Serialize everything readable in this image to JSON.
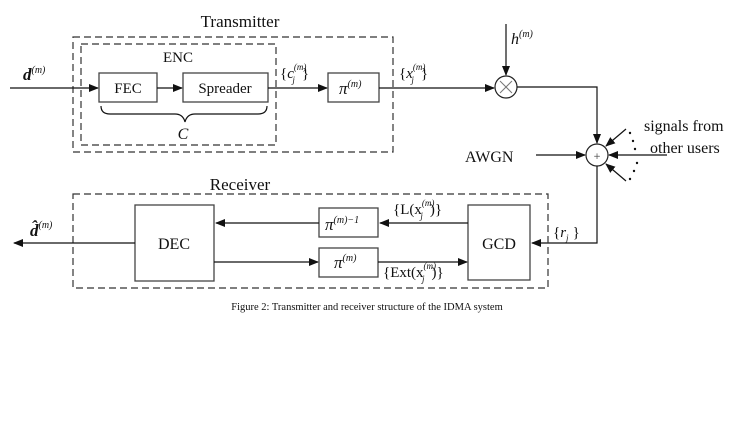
{
  "transmitter": {
    "title": "Transmitter",
    "enc_label": "ENC",
    "fec_label": "FEC",
    "spreader_label": "Spreader",
    "brace_label": "C",
    "interleaver": {
      "symbol": "π",
      "sup": "(m)"
    },
    "input": {
      "symbol": "d",
      "sup": "(m)"
    },
    "coded_chips": {
      "open": "{",
      "symbol": "c",
      "sub": "j",
      "sup": "(m)",
      "close": "}"
    },
    "interleaved_chips": {
      "open": "{",
      "symbol": "x",
      "sub": "j",
      "sup": "(m)",
      "close": "}"
    }
  },
  "channel": {
    "gain": {
      "symbol": "h",
      "sup": "(m)"
    },
    "multiply_symbol": "×",
    "sum_symbol": "+",
    "noise_label": "AWGN",
    "other_users_line1": "signals from",
    "other_users_line2": "other users"
  },
  "receiver": {
    "title": "Receiver",
    "dec_label": "DEC",
    "gcd_label": "GCD",
    "deinterleaver": {
      "symbol": "π",
      "sup": "(m)−1"
    },
    "interleaver": {
      "symbol": "π",
      "sup": "(m)"
    },
    "received": {
      "open": "{",
      "symbol": "r",
      "sub": "j",
      "close": "}"
    },
    "llr": {
      "text": "{L(x",
      "sub": "j",
      "sup": "(m)",
      "close": ")}"
    },
    "ext": {
      "text": "{Ext(x",
      "sub": "j",
      "sup": "(m)",
      "close": ")}"
    },
    "output": {
      "symbol": "d̂",
      "sup": "(m)"
    }
  },
  "caption": "Figure 2: Transmitter and receiver structure of the IDMA system"
}
